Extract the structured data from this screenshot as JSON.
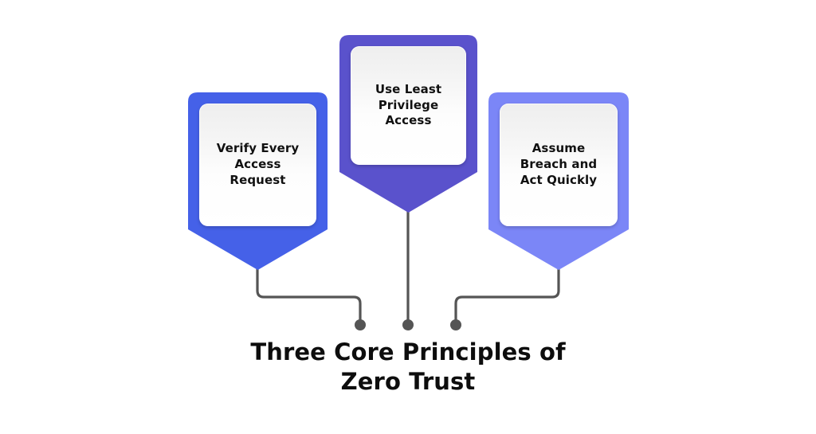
{
  "diagram": {
    "title": "Three Core Principles of\nZero Trust",
    "background_color": "#ffffff",
    "connector_color": "#555555",
    "nodes": [
      {
        "id": "verify-every-access-request",
        "label": "Verify Every\nAccess\nRequest",
        "color": "#4561e8",
        "position": "left"
      },
      {
        "id": "use-least-privilege-access",
        "label": "Use Least\nPrivilege\nAccess",
        "color": "#5a52cc",
        "position": "center"
      },
      {
        "id": "assume-breach-and-act-quickly",
        "label": "Assume\nBreach and\nAct Quickly",
        "color": "#7b86f7",
        "position": "right"
      }
    ]
  }
}
